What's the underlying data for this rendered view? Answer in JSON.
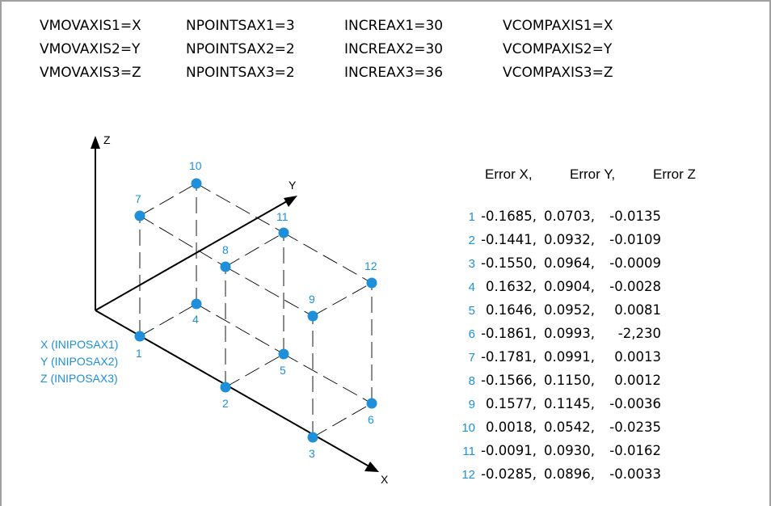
{
  "params": [
    [
      "VMOVAXIS1=X",
      "NPOINTSAX1=3",
      "INCREAX1=30",
      "VCOMPAXIS1=X"
    ],
    [
      "VMOVAXIS2=Y",
      "NPOINTSAX2=2",
      "INCREAX2=30",
      "VCOMPAXIS2=Y"
    ],
    [
      "VMOVAXIS3=Z",
      "NPOINTSAX3=2",
      "INCREAX3=36",
      "VCOMPAXIS3=Z"
    ]
  ],
  "diagram": {
    "axis_labels": {
      "x": "X",
      "y": "Y",
      "z": "Z"
    },
    "origin_labels": [
      "X (INIPOSAX1)",
      "Y (INIPOSAX2)",
      "Z (INIPOSAX3)"
    ],
    "point_labels": [
      "1",
      "2",
      "3",
      "4",
      "5",
      "6",
      "7",
      "8",
      "9",
      "10",
      "11",
      "12"
    ],
    "colors": {
      "points": "#1e8fd8",
      "labels": "#1e8fd8",
      "axes": "#000000",
      "dashes": "#000000"
    }
  },
  "errors": {
    "header": [
      "Error X,",
      "Error Y,",
      "Error Z"
    ],
    "rows": [
      {
        "index": "1",
        "x": "-0.1685,",
        "y": "0.0703,",
        "z": "-0.0135"
      },
      {
        "index": "2",
        "x": "-0.1441,",
        "y": "0.0932,",
        "z": "-0.0109"
      },
      {
        "index": "3",
        "x": "-0.1550,",
        "y": "0.0964,",
        "z": "-0.0009"
      },
      {
        "index": "4",
        "x": "0.1632,",
        "y": "0.0904,",
        "z": "-0.0028"
      },
      {
        "index": "5",
        "x": "0.1646,",
        "y": "0.0952,",
        "z": "0.0081"
      },
      {
        "index": "6",
        "x": "-0.1861,",
        "y": "0.0993,",
        "z": "-2,230"
      },
      {
        "index": "7",
        "x": "-0.1781,",
        "y": "0.0991,",
        "z": "0.0013"
      },
      {
        "index": "8",
        "x": "-0.1566,",
        "y": "0.1150,",
        "z": "0.0012"
      },
      {
        "index": "9",
        "x": "0.1577,",
        "y": "0.1145,",
        "z": "-0.0036"
      },
      {
        "index": "10",
        "x": "0.0018,",
        "y": "0.0542,",
        "z": "-0.0235"
      },
      {
        "index": "11",
        "x": "-0.0091,",
        "y": "0.0930,",
        "z": "-0.0162"
      },
      {
        "index": "12",
        "x": "-0.0285,",
        "y": "0.0896,",
        "z": "-0.0033"
      }
    ]
  }
}
